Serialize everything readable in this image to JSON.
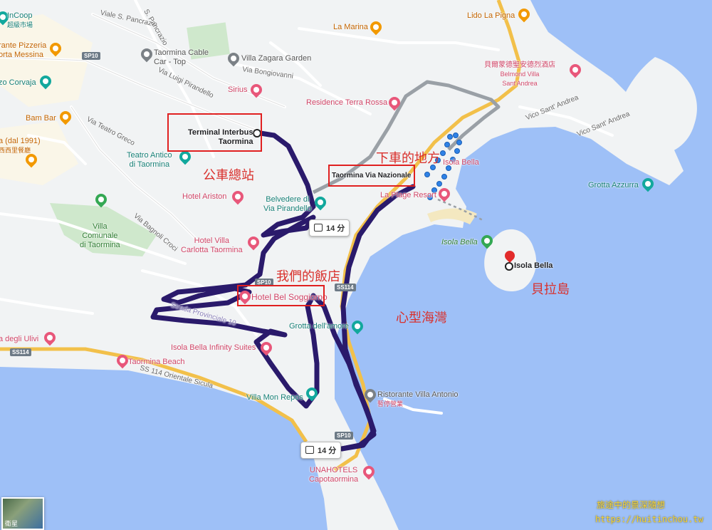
{
  "map": {
    "colors": {
      "land": "#f1f3f4",
      "sea": "#9ec0f7",
      "park": "#cfe8cc",
      "route": "#2a1a6b",
      "walk": "#2f82e6",
      "highway": "#f2c04a",
      "annotation": "#d9302c"
    }
  },
  "places": [
    {
      "id": "incoop",
      "name": "InCoop",
      "sub": "超級市場",
      "style": "teal"
    },
    {
      "id": "pizzeria",
      "name": "rante Pizzeria",
      "sub": "orta Messina",
      "style": "orange"
    },
    {
      "id": "corvaja",
      "name": "zo Corvaja",
      "style": "teal"
    },
    {
      "id": "bambar",
      "name": "Bam Bar",
      "style": "orange"
    },
    {
      "id": "dal1991",
      "name": "a (dal 1991)",
      "sub": "西西里餐廳",
      "style": "orange"
    },
    {
      "id": "cable",
      "name": "Taormina Cable",
      "sub": "Car - Top",
      "style": "gray"
    },
    {
      "id": "zagara",
      "name": "Villa Zagara Garden",
      "style": "gray"
    },
    {
      "id": "sirius",
      "name": "Sirius",
      "style": "pink"
    },
    {
      "id": "terrarossa",
      "name": "Residence Terra Rossa",
      "style": "pink"
    },
    {
      "id": "marina",
      "name": "La Marina",
      "style": "orange"
    },
    {
      "id": "lidopigna",
      "name": "Lido La Pigna",
      "style": "orange"
    },
    {
      "id": "belmond",
      "name": "貝爾蒙德聖安德烈酒店",
      "sub1": "Belmond Villa",
      "sub2": "Sant'Andrea",
      "style": "pink"
    },
    {
      "id": "teatro",
      "name": "Teatro Antico",
      "sub": "di Taormina",
      "style": "teal"
    },
    {
      "id": "ariston",
      "name": "Hotel Ariston",
      "style": "pink"
    },
    {
      "id": "belvedere",
      "name": "Belvedere di",
      "sub": "Via Pirandello",
      "style": "teal"
    },
    {
      "id": "villacomunale",
      "name": "Villa",
      "sub1": "Comunale",
      "sub2": "di Taormina",
      "style": "green"
    },
    {
      "id": "carlotta",
      "name": "Hotel Villa",
      "sub": "Carlotta Taormina",
      "style": "pink"
    },
    {
      "id": "isolabellahotel",
      "name": "Isola Bella",
      "style": "pink"
    },
    {
      "id": "laplage",
      "name": "La Plage Resort",
      "style": "pink"
    },
    {
      "id": "grottaazzurra",
      "name": "Grotta Azzurra",
      "style": "teal"
    },
    {
      "id": "isolabellapark",
      "name": "Isola Bella",
      "style": "green"
    },
    {
      "id": "isolabelladest",
      "name": "Isola Bella",
      "style": "bold"
    },
    {
      "id": "belsoggiorno",
      "name": "Hotel Bel Soggiorno",
      "style": "pink"
    },
    {
      "id": "grottaamore",
      "name": "Grotta dell'amore",
      "style": "teal"
    },
    {
      "id": "ulivi",
      "name": "a degli Ulivi",
      "style": "pink"
    },
    {
      "id": "infinity",
      "name": "Isola Bella Infinity Suites",
      "style": "pink"
    },
    {
      "id": "beach",
      "name": "Taormina Beach",
      "style": "pink"
    },
    {
      "id": "monrepos",
      "name": "Villa Mon Repos",
      "style": "teal"
    },
    {
      "id": "antonio",
      "name": "Ristorante Villa Antonio",
      "sub": "暫停營業",
      "style": "gray"
    },
    {
      "id": "unahotels",
      "name": "UNAHOTELS",
      "sub": "Capotaormina",
      "style": "pink"
    }
  ],
  "roads": {
    "pancrazio": "Viale S. Pancrazio",
    "pirandello": "Via Luigi Pirandello",
    "bongiovanni": "Via Bongiovanni",
    "teatrogreco": "Via Teatro Greco",
    "bagnoli": "Via Bagnoli Croci",
    "santandrea1": "Vico Sant' Andrea",
    "santandrea2": "Vico Sant' Andrea",
    "provinciale": "Strada Provinciale 10",
    "orientale": "SS 114 Orientale Sicula",
    "pancrazio2": "S. Pancrazio"
  },
  "shields": {
    "sp10a": "SP10",
    "sp10b": "SP10",
    "sp10c": "SP10",
    "ss114a": "SS114",
    "ss114b": "SS114"
  },
  "stops": {
    "terminal": "Terminal Interbus\nTaormina",
    "terminal_line1": "Terminal Interbus",
    "terminal_line2": "Taormina",
    "nazionale": "Taormina Via Nazionale"
  },
  "bus_durations": {
    "upper": "14 分",
    "lower": "14 分"
  },
  "annotations": {
    "bus_station": "公車總站",
    "get_off": "下車的地方",
    "our_hotel": "我們的飯店",
    "island": "貝拉島",
    "bay": "心型海灣"
  },
  "watermark": {
    "line1": "旅途中的景深隨想",
    "line2": "https://huitinchou.tw"
  },
  "thumbnail": {
    "label": "衛星"
  }
}
